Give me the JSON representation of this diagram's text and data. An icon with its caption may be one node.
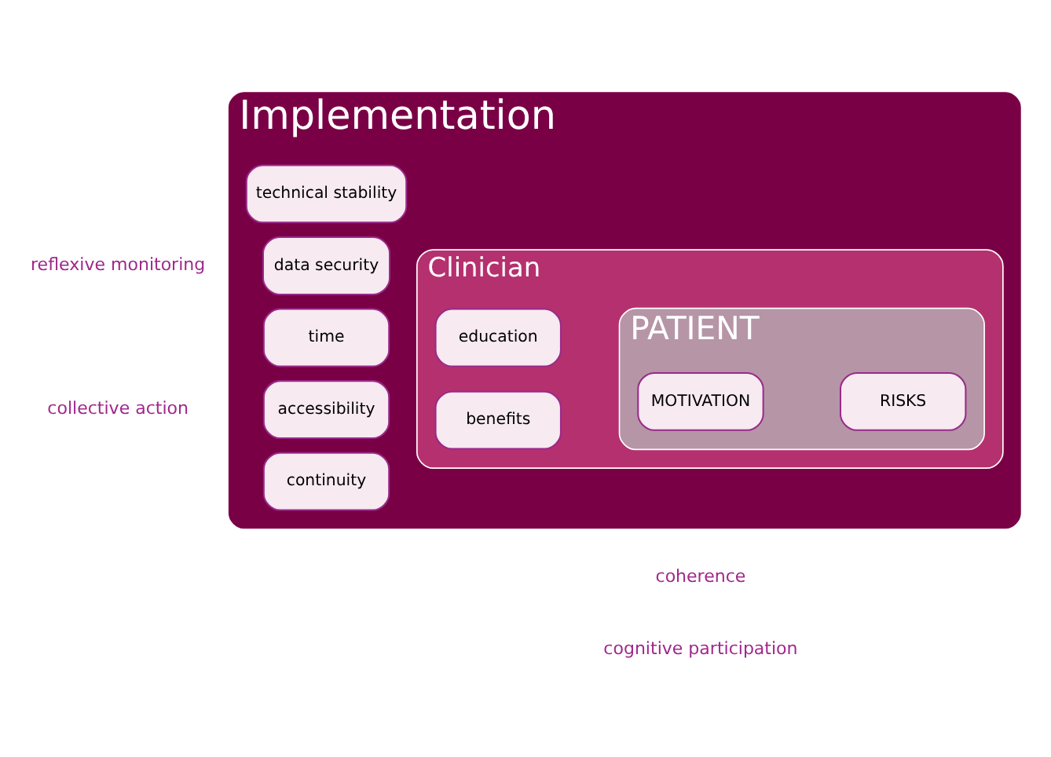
{
  "diagram": {
    "nodes": [
      {
        "text": [
          "Implementation"
        ]
      },
      {
        "text": [
          "technical stability"
        ],
        "in": 0
      },
      {
        "text": [
          "data security"
        ],
        "in": 0
      },
      {
        "text": [
          "time"
        ],
        "in": 0
      },
      {
        "text": [
          "accessibility"
        ],
        "in": 0
      },
      {
        "text": [
          "continuity"
        ],
        "in": 0
      },
      {
        "text": [
          "Clinician"
        ],
        "in": 0
      },
      {
        "text": [
          "education"
        ],
        "in": 6
      },
      {
        "text": [
          "benefits"
        ],
        "in": 6
      },
      {
        "text": [
          "PATIENT"
        ],
        "in": 6
      },
      {
        "text": [
          "MOTIVATION"
        ],
        "in": 9
      },
      {
        "text": [
          "RISKS"
        ],
        "in": 9
      }
    ],
    "labels": [
      "reflexive monitoring",
      "collective action",
      "coherence",
      "cognitive participation"
    ]
  }
}
